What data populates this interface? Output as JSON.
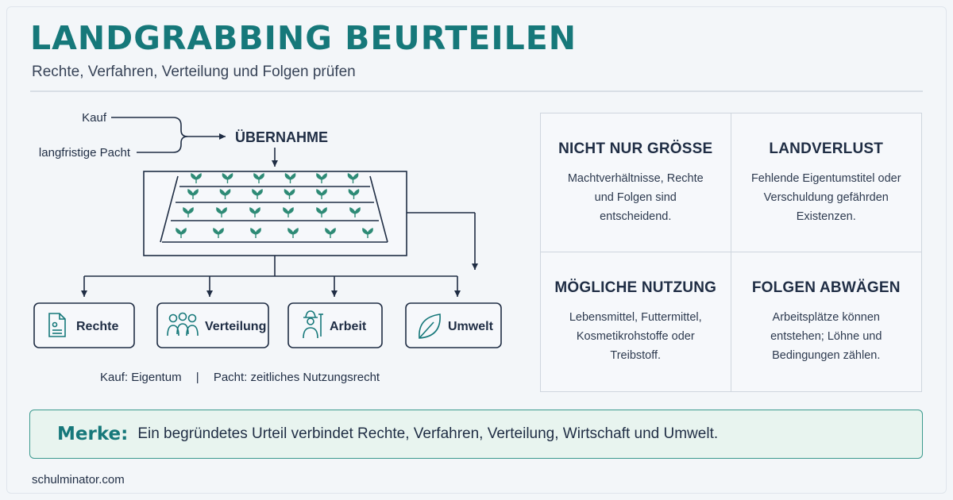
{
  "header": {
    "title": "LANDGRABBING BEURTEILEN",
    "subtitle": "Rechte, Verfahren, Verteilung und Folgen prüfen"
  },
  "diagram": {
    "inputs": [
      "Kauf",
      "langfristige Pacht"
    ],
    "takeover_label": "ÜBERNAHME",
    "outcomes": [
      {
        "label": "Rechte",
        "icon": "document-icon"
      },
      {
        "label": "Verteilung",
        "icon": "people-icon"
      },
      {
        "label": "Arbeit",
        "icon": "farmer-icon"
      },
      {
        "label": "Umwelt",
        "icon": "leaf-icon"
      }
    ],
    "legend": {
      "kauf": "Kauf: Eigentum",
      "separator": "|",
      "pacht": "Pacht: zeitliches Nutzungsrecht"
    }
  },
  "cards": [
    {
      "title": "NICHT NUR GRÖSSE",
      "text": "Machtverhältnisse, Rechte und Folgen sind entscheidend."
    },
    {
      "title": "LANDVERLUST",
      "text": "Fehlende Eigentumstitel oder Verschuldung gefährden Existenzen."
    },
    {
      "title": "MÖGLICHE NUTZUNG",
      "text": "Lebensmittel, Futtermittel, Kosmetikrohstoffe oder Treibstoff."
    },
    {
      "title": "FOLGEN ABWÄGEN",
      "text": "Arbeitsplätze können entstehen; Löhne und Bedingungen zählen."
    }
  ],
  "merke": {
    "label": "Merke:",
    "text": "Ein begründetes Urteil verbindet Rechte, Verfahren, Verteilung, Wirtschaft und Umwelt."
  },
  "footer": "schulminator.com",
  "colors": {
    "accent": "#16787a",
    "dark": "#1f2d44",
    "plant": "#2e8b76",
    "merke_bg": "#e8f4ef"
  }
}
